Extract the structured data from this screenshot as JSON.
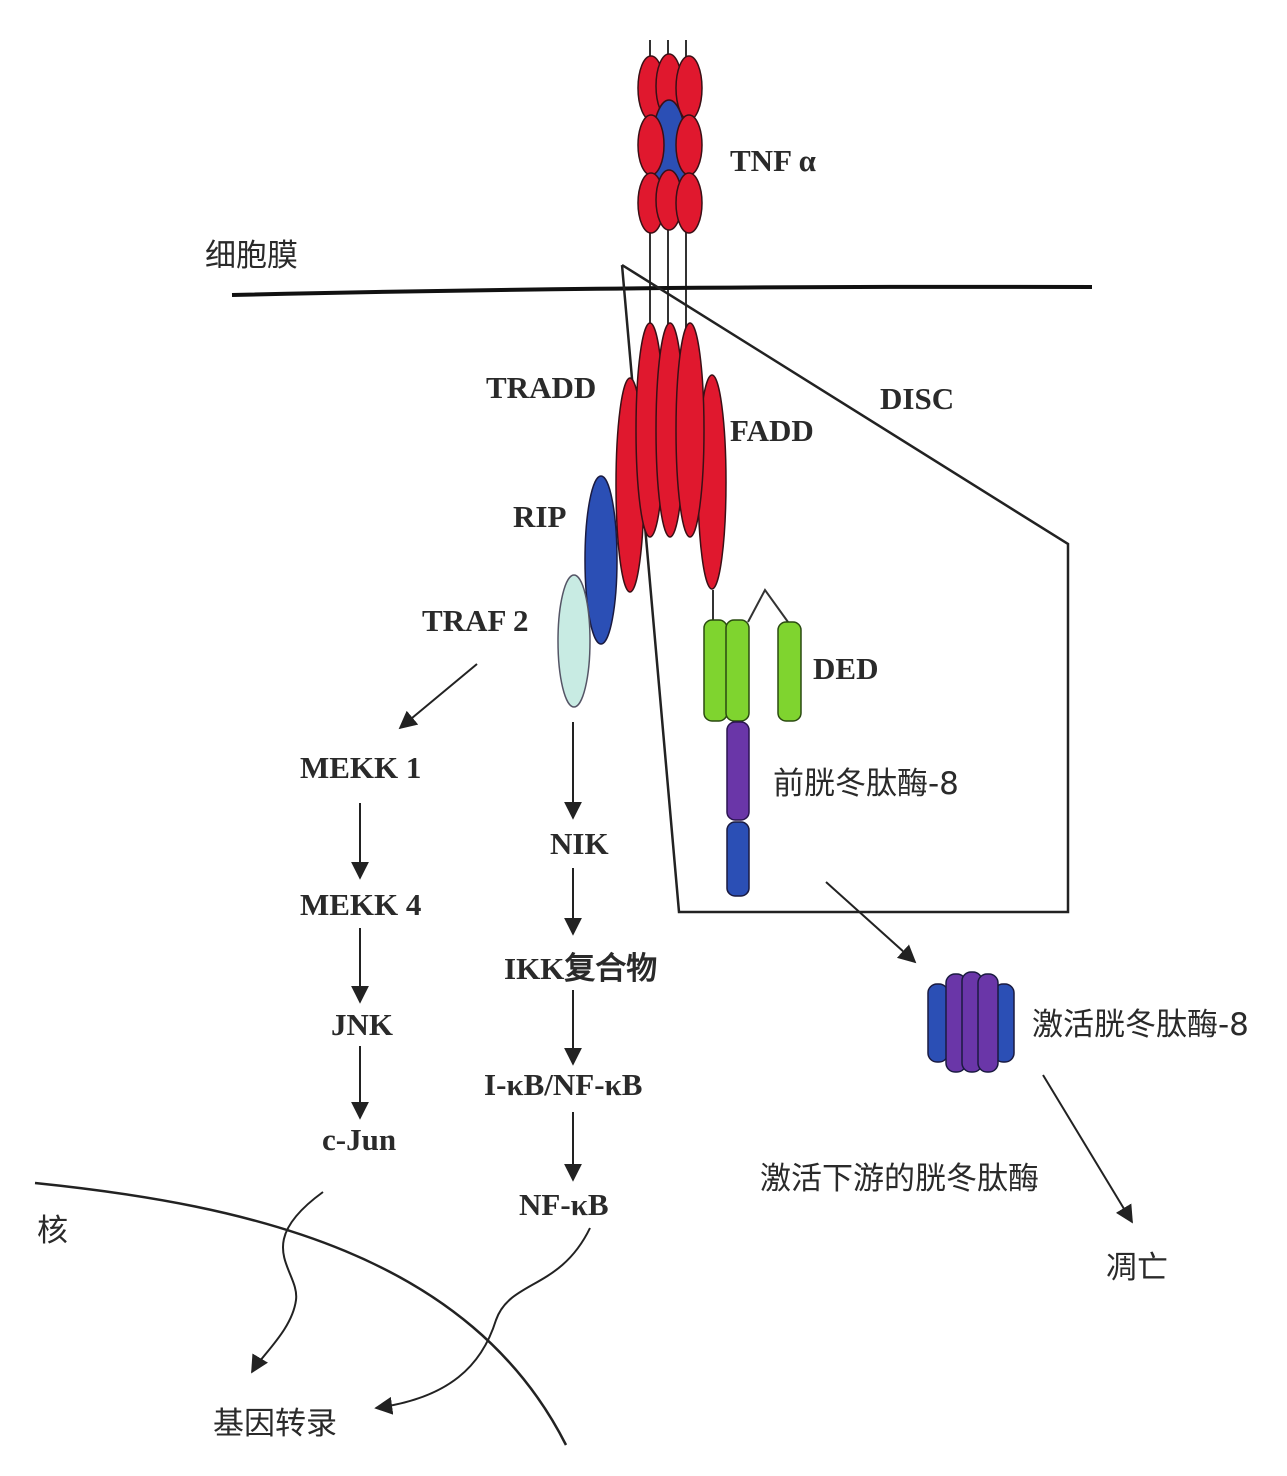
{
  "labels": {
    "tnf": "TNF α",
    "membrane": "细胞膜",
    "tradd": "TRADD",
    "fadd": "FADD",
    "disc": "DISC",
    "rip": "RIP",
    "traf2": "TRAF 2",
    "ded": "DED",
    "procaspase8": "前胱冬肽酶-8",
    "mekk1": "MEKK 1",
    "nik": "NIK",
    "mekk4": "MEKK 4",
    "ikk": "IKK复合物",
    "active_caspase8": "激活胱冬肽酶-8",
    "jnk": "JNK",
    "ikb_nfkb": "I-κB/NF-κB",
    "cjun": "c-Jun",
    "downstream": "激活下游的胱冬肽酶",
    "nucleus": "核",
    "nfkb": "NF-κB",
    "apoptosis": "凋亡",
    "transcription": "基因转录"
  },
  "colors": {
    "red": "#e0182e",
    "blue": "#2b4fb5",
    "green": "#7fd42f",
    "purple": "#6a36a8",
    "pale_teal": "#c8ebe3",
    "line": "#222222"
  }
}
